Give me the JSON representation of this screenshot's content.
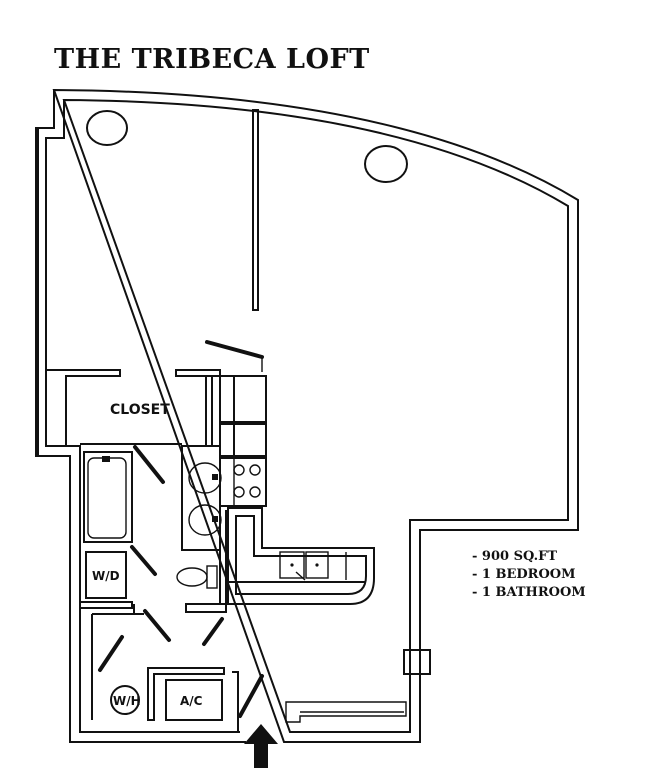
{
  "title": "THE TRIBECA LOFT",
  "rooms": {
    "closet": "CLOSET",
    "washer_dryer": "W/D",
    "water_heater": "W/H",
    "air_conditioner": "A/C"
  },
  "specs": [
    "- 900 SQ.FT",
    "- 1 BEDROOM",
    "- 1 BATHROOM"
  ],
  "icons": [
    "ceiling-light-icon",
    "entrance-arrow-icon",
    "sink-icon",
    "stove-icon",
    "toilet-icon",
    "bathtub-icon"
  ]
}
